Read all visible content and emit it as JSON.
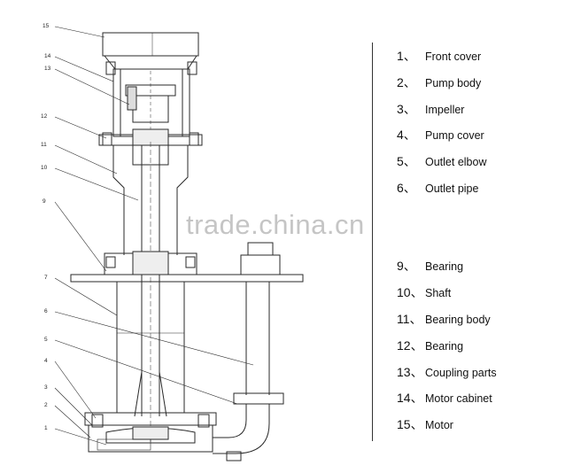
{
  "diagram": {
    "callouts": [
      "15",
      "14",
      "13",
      "12",
      "11",
      "10",
      "9",
      "7",
      "6",
      "5",
      "4",
      "3",
      "2",
      "1"
    ]
  },
  "parts": [
    {
      "num": "1、",
      "label": "Front cover"
    },
    {
      "num": "2、",
      "label": "Pump body"
    },
    {
      "num": "3、",
      "label": "Impeller"
    },
    {
      "num": "4、",
      "label": "Pump cover"
    },
    {
      "num": "5、",
      "label": "Outlet elbow"
    },
    {
      "num": "6、",
      "label": "Outlet pipe"
    },
    {
      "num": "9、",
      "label": "Bearing"
    },
    {
      "num": "10、",
      "label": "Shaft"
    },
    {
      "num": "11、",
      "label": "Bearing body"
    },
    {
      "num": "12、",
      "label": "Bearing"
    },
    {
      "num": "13、",
      "label": "Coupling parts"
    },
    {
      "num": "14、",
      "label": "Motor cabinet"
    },
    {
      "num": "15、",
      "label": "Motor"
    }
  ],
  "watermark": "trade.china.cn"
}
